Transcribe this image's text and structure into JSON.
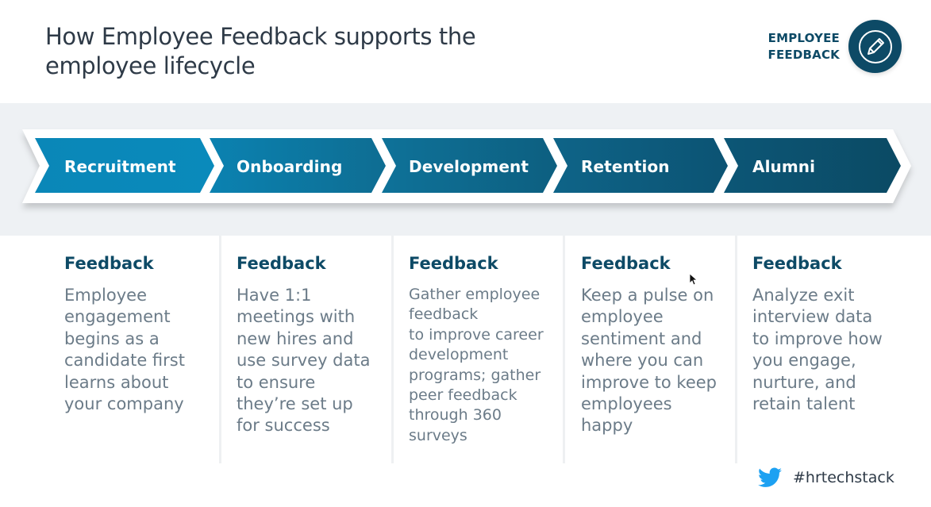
{
  "header": {
    "title": "How Employee Feedback supports the employee lifecycle",
    "brand_label_line1": "EMPLOYEE",
    "brand_label_line2": "FEEDBACK",
    "brand_icon": "pencil-icon"
  },
  "colors": {
    "title": "#2e3a47",
    "accent_dark": "#0d4a66",
    "body_text": "#6b7b88",
    "band_background": "#eef1f4",
    "stage_gradient": [
      "#0a8bbd",
      "#0f6f95",
      "#0d5f80",
      "#0c5473",
      "#0b4a64"
    ],
    "twitter_blue": "#1da1f2"
  },
  "stages": [
    {
      "label": "Recruitment"
    },
    {
      "label": "Onboarding"
    },
    {
      "label": "Development"
    },
    {
      "label": "Retention"
    },
    {
      "label": "Alumni"
    }
  ],
  "columns": [
    {
      "heading": "Feedback",
      "text": "Employee\nengagement\nbegins as a\ncandidate first\nlearns about\nyour company"
    },
    {
      "heading": "Feedback",
      "text": "Have 1:1\nmeetings with\nnew hires and\nuse survey data\nto ensure\nthey’re set up\nfor success"
    },
    {
      "heading": "Feedback",
      "text": "Gather employee\nfeedback\nto improve career\ndevelopment\nprograms; gather\npeer feedback\nthrough 360\nsurveys"
    },
    {
      "heading": "Feedback",
      "text": "Keep a pulse on\nemployee\nsentiment and\nwhere you can\nimprove to keep\nemployees\nhappy"
    },
    {
      "heading": "Feedback",
      "text": "Analyze exit\ninterview data\nto improve how\nyou engage,\nnurture, and\nretain talent"
    }
  ],
  "footer": {
    "icon": "twitter-bird-icon",
    "hashtag": "#hrtechstack"
  }
}
